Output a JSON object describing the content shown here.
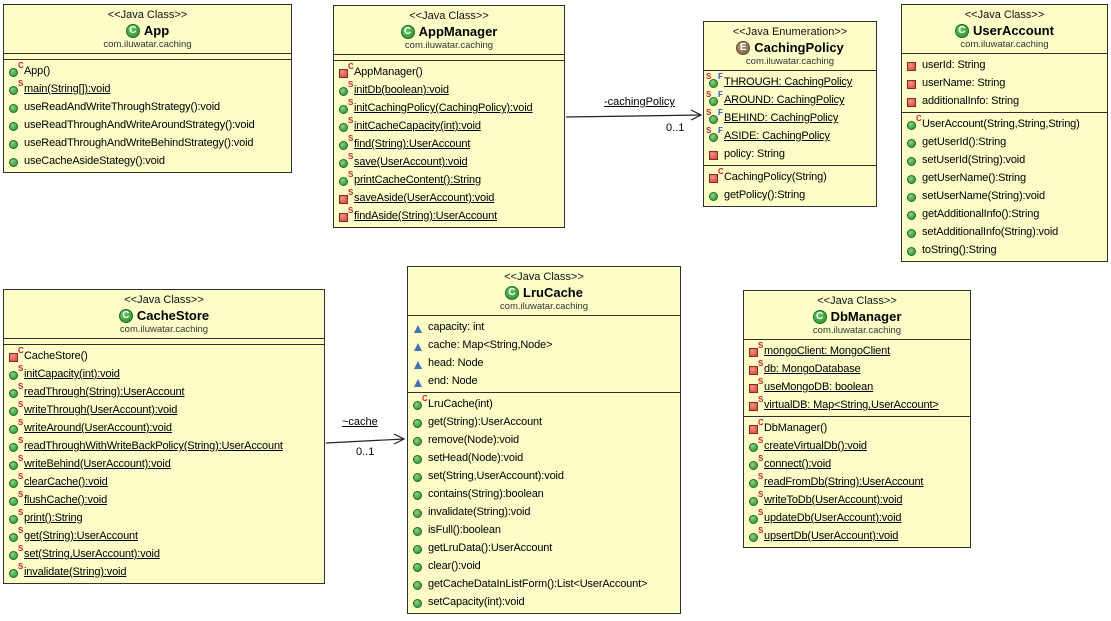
{
  "colors": {
    "box_fill": "#fdfdc8",
    "box_border": "#2f2f2f",
    "public_icon_green": "#2f8f2f",
    "private_icon_red": "#cf4439",
    "package_icon_blue": "#4272b8",
    "class_icon_green": "#2e8f2e",
    "enum_icon_brown": "#7d6340",
    "static_sup_red": "#cc2233",
    "final_sup_blue": "#2952cc",
    "text": "#000000"
  },
  "classes": [
    {
      "key": "app",
      "stereotype": "<<Java Class>>",
      "icon": "class",
      "name": "App",
      "package": "com.iluwatar.caching",
      "fields": [],
      "methods": [
        {
          "icon": "public-constructor",
          "sups": [
            "C"
          ],
          "label": "App()",
          "static": false
        },
        {
          "icon": "public-method",
          "sups": [
            "S"
          ],
          "label": "main(String[]):void",
          "static": true
        },
        {
          "icon": "public-method",
          "sups": [],
          "label": "useReadAndWriteThroughStrategy():void",
          "static": false
        },
        {
          "icon": "public-method",
          "sups": [],
          "label": "useReadThroughAndWriteAroundStrategy():void",
          "static": false
        },
        {
          "icon": "public-method",
          "sups": [],
          "label": "useReadThroughAndWriteBehindStrategy():void",
          "static": false
        },
        {
          "icon": "public-method",
          "sups": [],
          "label": "useCacheAsideStategy():void",
          "static": false
        }
      ]
    },
    {
      "key": "appmanager",
      "stereotype": "<<Java Class>>",
      "icon": "class",
      "name": "AppManager",
      "package": "com.iluwatar.caching",
      "fields": [],
      "methods": [
        {
          "icon": "private-constructor",
          "sups": [
            "C"
          ],
          "label": "AppManager()",
          "static": false
        },
        {
          "icon": "public-method",
          "sups": [
            "S"
          ],
          "label": "initDb(boolean):void",
          "static": true
        },
        {
          "icon": "public-method",
          "sups": [
            "S"
          ],
          "label": "initCachingPolicy(CachingPolicy):void",
          "static": true
        },
        {
          "icon": "public-method",
          "sups": [
            "S"
          ],
          "label": "initCacheCapacity(int):void",
          "static": true
        },
        {
          "icon": "public-method",
          "sups": [
            "S"
          ],
          "label": "find(String):UserAccount",
          "static": true
        },
        {
          "icon": "public-method",
          "sups": [
            "S"
          ],
          "label": "save(UserAccount):void",
          "static": true
        },
        {
          "icon": "public-method",
          "sups": [
            "S"
          ],
          "label": "printCacheContent():String",
          "static": true
        },
        {
          "icon": "private-method",
          "sups": [
            "S"
          ],
          "label": "saveAside(UserAccount):void",
          "static": true
        },
        {
          "icon": "private-method",
          "sups": [
            "S"
          ],
          "label": "findAside(String):UserAccount",
          "static": true
        }
      ]
    },
    {
      "key": "cachingpolicy",
      "stereotype": "<<Java Enumeration>>",
      "icon": "enum",
      "name": "CachingPolicy",
      "package": "com.iluwatar.caching",
      "fields": [
        {
          "icon": "enum-constant",
          "sups": [
            "S",
            "F"
          ],
          "label": "THROUGH: CachingPolicy",
          "static": true
        },
        {
          "icon": "enum-constant",
          "sups": [
            "S",
            "F"
          ],
          "label": "AROUND: CachingPolicy",
          "static": true
        },
        {
          "icon": "enum-constant",
          "sups": [
            "S",
            "F"
          ],
          "label": "BEHIND: CachingPolicy",
          "static": true
        },
        {
          "icon": "enum-constant",
          "sups": [
            "S",
            "F"
          ],
          "label": "ASIDE: CachingPolicy",
          "static": true
        },
        {
          "icon": "private-field",
          "sups": [],
          "label": "policy: String",
          "static": false
        }
      ],
      "methods": [
        {
          "icon": "private-constructor",
          "sups": [
            "C"
          ],
          "label": "CachingPolicy(String)",
          "static": false
        },
        {
          "icon": "public-method",
          "sups": [],
          "label": "getPolicy():String",
          "static": false
        }
      ]
    },
    {
      "key": "useraccount",
      "stereotype": "<<Java Class>>",
      "icon": "class",
      "name": "UserAccount",
      "package": "com.iluwatar.caching",
      "fields": [
        {
          "icon": "private-field",
          "sups": [],
          "label": "userId: String",
          "static": false
        },
        {
          "icon": "private-field",
          "sups": [],
          "label": "userName: String",
          "static": false
        },
        {
          "icon": "private-field",
          "sups": [],
          "label": "additionalInfo: String",
          "static": false
        }
      ],
      "methods": [
        {
          "icon": "public-constructor",
          "sups": [
            "C"
          ],
          "label": "UserAccount(String,String,String)",
          "static": false
        },
        {
          "icon": "public-method",
          "sups": [],
          "label": "getUserId():String",
          "static": false
        },
        {
          "icon": "public-method",
          "sups": [],
          "label": "setUserId(String):void",
          "static": false
        },
        {
          "icon": "public-method",
          "sups": [],
          "label": "getUserName():String",
          "static": false
        },
        {
          "icon": "public-method",
          "sups": [],
          "label": "setUserName(String):void",
          "static": false
        },
        {
          "icon": "public-method",
          "sups": [],
          "label": "getAdditionalInfo():String",
          "static": false
        },
        {
          "icon": "public-method",
          "sups": [],
          "label": "setAdditionalInfo(String):void",
          "static": false
        },
        {
          "icon": "public-method",
          "sups": [],
          "label": "toString():String",
          "static": false
        }
      ]
    },
    {
      "key": "cachestore",
      "stereotype": "<<Java Class>>",
      "icon": "class",
      "name": "CacheStore",
      "package": "com.iluwatar.caching",
      "fields": [],
      "methods": [
        {
          "icon": "private-constructor",
          "sups": [
            "C"
          ],
          "label": "CacheStore()",
          "static": false
        },
        {
          "icon": "public-method",
          "sups": [
            "S"
          ],
          "label": "initCapacity(int):void",
          "static": true
        },
        {
          "icon": "public-method",
          "sups": [
            "S"
          ],
          "label": "readThrough(String):UserAccount",
          "static": true
        },
        {
          "icon": "public-method",
          "sups": [
            "S"
          ],
          "label": "writeThrough(UserAccount):void",
          "static": true
        },
        {
          "icon": "public-method",
          "sups": [
            "S"
          ],
          "label": "writeAround(UserAccount):void",
          "static": true
        },
        {
          "icon": "public-method",
          "sups": [
            "S"
          ],
          "label": "readThroughWithWriteBackPolicy(String):UserAccount",
          "static": true
        },
        {
          "icon": "public-method",
          "sups": [
            "S"
          ],
          "label": "writeBehind(UserAccount):void",
          "static": true
        },
        {
          "icon": "public-method",
          "sups": [
            "S"
          ],
          "label": "clearCache():void",
          "static": true
        },
        {
          "icon": "public-method",
          "sups": [
            "S"
          ],
          "label": "flushCache():void",
          "static": true
        },
        {
          "icon": "public-method",
          "sups": [
            "S"
          ],
          "label": "print():String",
          "static": true
        },
        {
          "icon": "public-method",
          "sups": [
            "S"
          ],
          "label": "get(String):UserAccount",
          "static": true
        },
        {
          "icon": "public-method",
          "sups": [
            "S"
          ],
          "label": "set(String,UserAccount):void",
          "static": true
        },
        {
          "icon": "public-method",
          "sups": [
            "S"
          ],
          "label": "invalidate(String):void",
          "static": true
        }
      ]
    },
    {
      "key": "lrucache",
      "stereotype": "<<Java Class>>",
      "icon": "class",
      "name": "LruCache",
      "package": "com.iluwatar.caching",
      "fields": [
        {
          "icon": "package-field",
          "sups": [],
          "label": "capacity: int",
          "static": false
        },
        {
          "icon": "package-field",
          "sups": [],
          "label": "cache: Map<String,Node>",
          "static": false
        },
        {
          "icon": "package-field",
          "sups": [],
          "label": "head: Node",
          "static": false
        },
        {
          "icon": "package-field",
          "sups": [],
          "label": "end: Node",
          "static": false
        }
      ],
      "methods": [
        {
          "icon": "public-constructor",
          "sups": [
            "C"
          ],
          "label": "LruCache(int)",
          "static": false
        },
        {
          "icon": "public-method",
          "sups": [],
          "label": "get(String):UserAccount",
          "static": false
        },
        {
          "icon": "public-method",
          "sups": [],
          "label": "remove(Node):void",
          "static": false
        },
        {
          "icon": "public-method",
          "sups": [],
          "label": "setHead(Node):void",
          "static": false
        },
        {
          "icon": "public-method",
          "sups": [],
          "label": "set(String,UserAccount):void",
          "static": false
        },
        {
          "icon": "public-method",
          "sups": [],
          "label": "contains(String):boolean",
          "static": false
        },
        {
          "icon": "public-method",
          "sups": [],
          "label": "invalidate(String):void",
          "static": false
        },
        {
          "icon": "public-method",
          "sups": [],
          "label": "isFull():boolean",
          "static": false
        },
        {
          "icon": "public-method",
          "sups": [],
          "label": "getLruData():UserAccount",
          "static": false
        },
        {
          "icon": "public-method",
          "sups": [],
          "label": "clear():void",
          "static": false
        },
        {
          "icon": "public-method",
          "sups": [],
          "label": "getCacheDataInListForm():List<UserAccount>",
          "static": false
        },
        {
          "icon": "public-method",
          "sups": [],
          "label": "setCapacity(int):void",
          "static": false
        }
      ]
    },
    {
      "key": "dbmanager",
      "stereotype": "<<Java Class>>",
      "icon": "class",
      "name": "DbManager",
      "package": "com.iluwatar.caching",
      "fields": [
        {
          "icon": "private-field",
          "sups": [
            "S"
          ],
          "label": "mongoClient: MongoClient",
          "static": true
        },
        {
          "icon": "private-field",
          "sups": [
            "S"
          ],
          "label": "db: MongoDatabase",
          "static": true
        },
        {
          "icon": "private-field",
          "sups": [
            "S"
          ],
          "label": "useMongoDB: boolean",
          "static": true
        },
        {
          "icon": "private-field",
          "sups": [
            "S"
          ],
          "label": "virtualDB: Map<String,UserAccount>",
          "static": true
        }
      ],
      "methods": [
        {
          "icon": "private-constructor",
          "sups": [
            "C"
          ],
          "label": "DbManager()",
          "static": false
        },
        {
          "icon": "public-method",
          "sups": [
            "S"
          ],
          "label": "createVirtualDb():void",
          "static": true
        },
        {
          "icon": "public-method",
          "sups": [
            "S"
          ],
          "label": "connect():void",
          "static": true
        },
        {
          "icon": "public-method",
          "sups": [
            "S"
          ],
          "label": "readFromDb(String):UserAccount",
          "static": true
        },
        {
          "icon": "public-method",
          "sups": [
            "S"
          ],
          "label": "writeToDb(UserAccount):void",
          "static": true
        },
        {
          "icon": "public-method",
          "sups": [
            "S"
          ],
          "label": "updateDb(UserAccount):void",
          "static": true
        },
        {
          "icon": "public-method",
          "sups": [
            "S"
          ],
          "label": "upsertDb(UserAccount):void",
          "static": true
        }
      ]
    }
  ],
  "associations": [
    {
      "from": "AppManager",
      "to": "CachingPolicy",
      "label": "-cachingPolicy",
      "multiplicity": "0..1"
    },
    {
      "from": "CacheStore",
      "to": "LruCache",
      "label": "~cache",
      "multiplicity": "0..1"
    }
  ]
}
